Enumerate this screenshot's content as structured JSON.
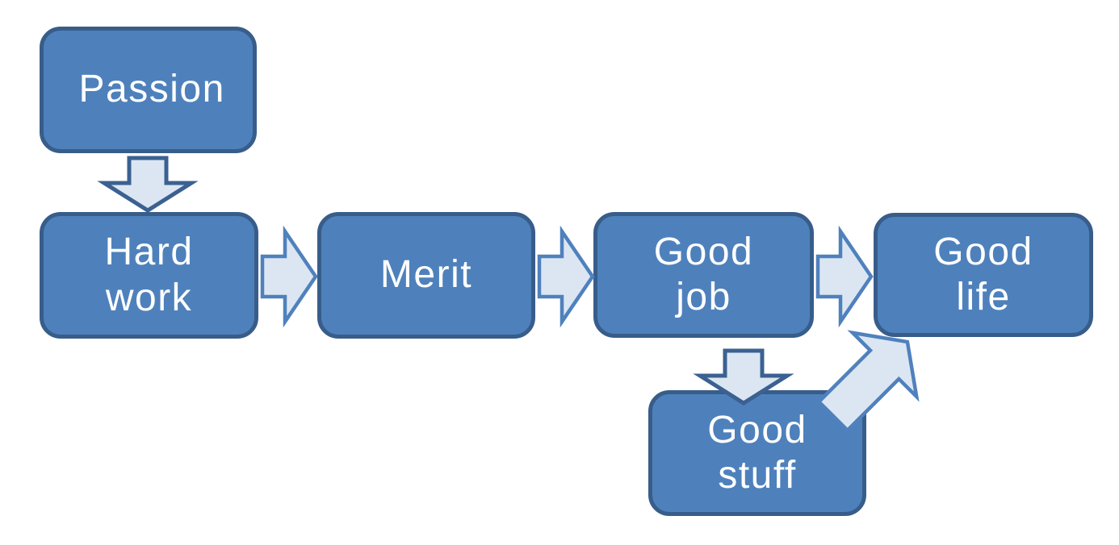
{
  "diagram": {
    "type": "flowchart",
    "background": "#FFFFFF",
    "nodes": [
      {
        "id": "passion",
        "label": "Passion"
      },
      {
        "id": "hard-work",
        "label": "Hard work"
      },
      {
        "id": "merit",
        "label": "Merit"
      },
      {
        "id": "good-job",
        "label": "Good job"
      },
      {
        "id": "good-life",
        "label": "Good life"
      },
      {
        "id": "good-stuff",
        "label": "Good stuff"
      }
    ],
    "edges": [
      {
        "from": "Passion",
        "to": "Hard work",
        "direction": "down"
      },
      {
        "from": "Hard work",
        "to": "Merit",
        "direction": "right"
      },
      {
        "from": "Merit",
        "to": "Good job",
        "direction": "right"
      },
      {
        "from": "Good job",
        "to": "Good life",
        "direction": "right"
      },
      {
        "from": "Good job",
        "to": "Good stuff",
        "direction": "down"
      },
      {
        "from": "Good stuff",
        "to": "Good life",
        "direction": "up-right"
      }
    ],
    "colors": {
      "node_fill": "#4E81BC",
      "node_border": "#385D8A",
      "node_text": "#FFFFFF",
      "arrow_fill": "#DCE6F2",
      "arrow_border_down": "#3A6191",
      "arrow_border_right": "#4F81BD"
    }
  }
}
